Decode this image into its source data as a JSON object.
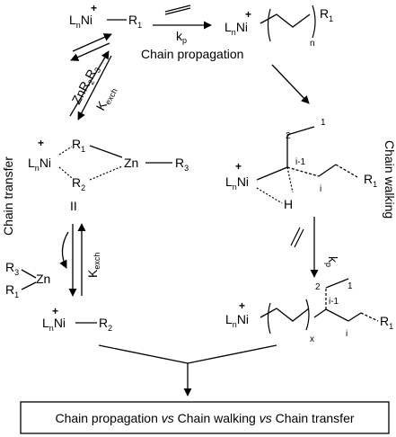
{
  "reactions": {
    "propagation_label": "Chain propagation",
    "walking_label": "Chain walking",
    "transfer_label": "Chain transfer",
    "kp": "k",
    "kp_sub": "p",
    "kexch": "K",
    "kexch_sub": "exch",
    "reagent": "ZnR",
    "reagent_sub": "2",
    "reagent_tail": "R",
    "reagent_tail_sub": "3"
  },
  "species": {
    "charge": "+",
    "L": "L",
    "n_sub": "n",
    "Ni": "Ni",
    "R": "R",
    "sub_1": "1",
    "sub_2": "2",
    "sub_3": "3",
    "Zn": "Zn",
    "H": "H",
    "x_sub": "x",
    "n_repeat": "n",
    "complex_label": "II",
    "pos_2": "2",
    "pos_1": "1",
    "pos_i1": "i-1",
    "pos_i": "i"
  },
  "result": {
    "part1": "Chain propagation ",
    "vs1": "vs",
    "part2": " Chain walking ",
    "vs2": "vs",
    "part3": " Chain transfer"
  }
}
